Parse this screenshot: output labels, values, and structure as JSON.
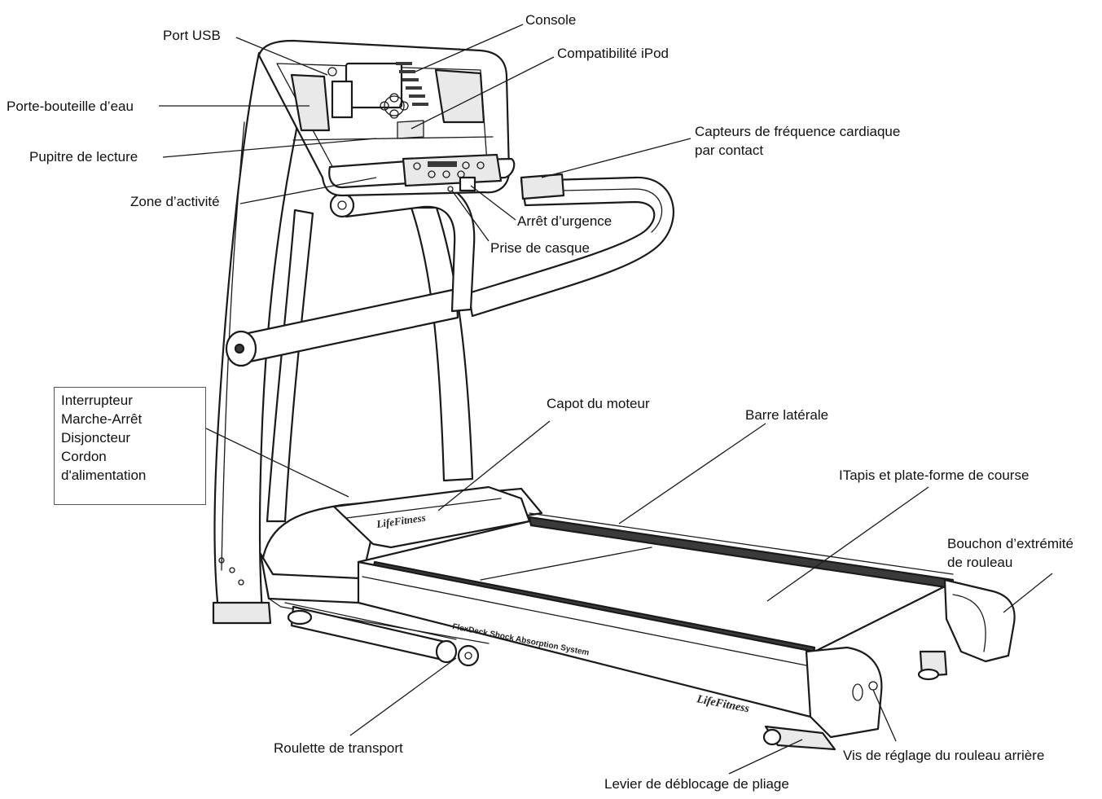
{
  "labels": {
    "port_usb": "Port USB",
    "console": "Console",
    "compatibilite_ipod": "Compatibilité iPod",
    "porte_bouteille": "Porte-bouteille d’eau",
    "pupitre": "Pupitre de lecture",
    "capteurs_line1": "Capteurs de fréquence cardiaque",
    "capteurs_line2": "par contact",
    "zone_activite": "Zone d’activité",
    "arret_urgence": "Arrêt d’urgence",
    "prise_casque": "Prise de casque",
    "interrupteur_lines": [
      "Interrupteur",
      "Marche-Arrêt",
      "Disjoncteur",
      "Cordon",
      "d'alimentation"
    ],
    "capot_moteur": "Capot du moteur",
    "barre_laterale": "Barre latérale",
    "tapis": "ITapis et plate-forme de course",
    "bouchon_line1": "Bouchon d’extrémité",
    "bouchon_line2": "de rouleau",
    "roulette": "Roulette de transport",
    "vis_reglage": "Vis de réglage du rouleau arrière",
    "levier": "Levier de déblocage de pliage"
  },
  "printed_marks": {
    "brand_hood": "LifeFitness",
    "brand_side": "LifeFitness",
    "system_text": "FlexDeck Shock Absorption System"
  }
}
